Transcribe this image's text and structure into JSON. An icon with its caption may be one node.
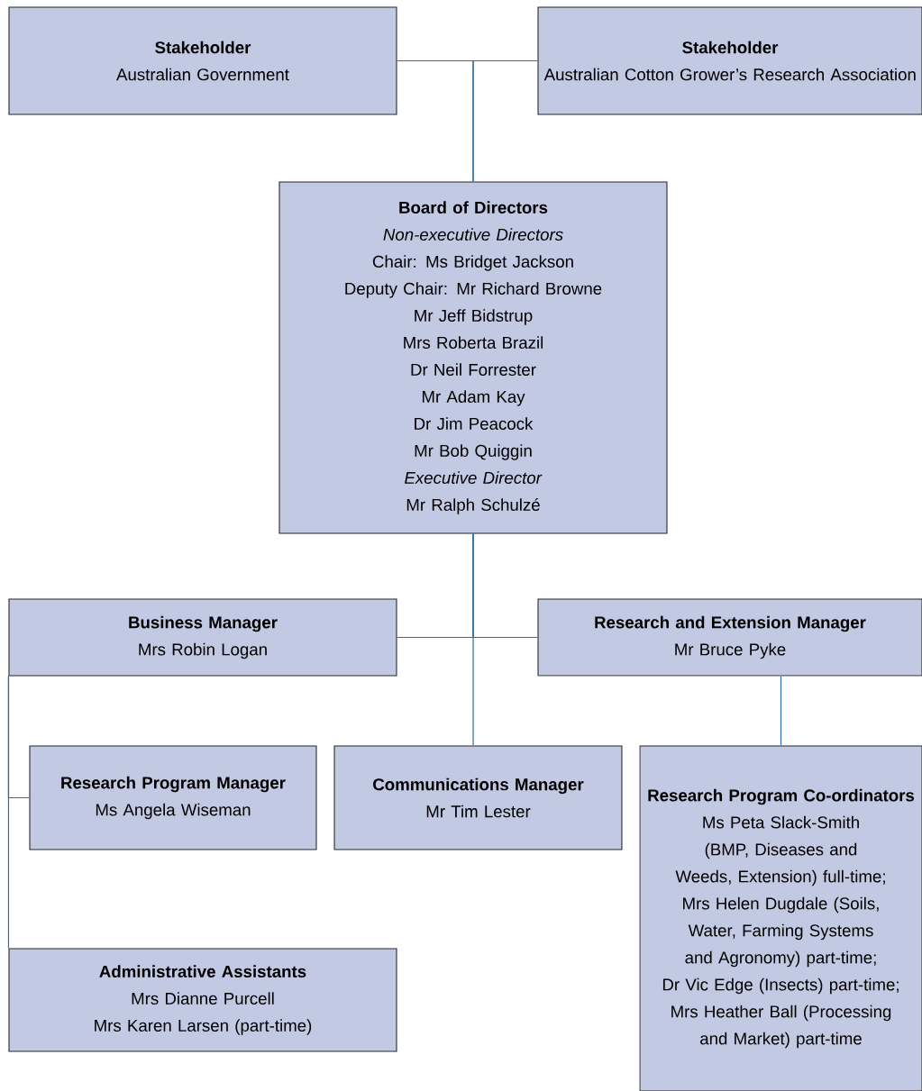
{
  "diagram": {
    "nodes": [
      {
        "text": [
          "Stakeholder",
          "Australian Government"
        ]
      },
      {
        "text": [
          "Stakeholder",
          "Australian Cotton Grower’s Research Association"
        ]
      },
      {
        "text": [
          "Board of Directors",
          "*Non-executive Directors*",
          "Chair: Ms Bridget Jackson",
          "Deputy Chair: Mr Richard Browne",
          "Mr Jeff Bidstrup",
          "Mrs Roberta Brazil",
          "Dr Neil Forrester",
          "Mr Adam Kay",
          "Dr Jim Peacock",
          "Mr Bob Quiggin",
          "*Executive Director*",
          "Mr Ralph Schulzé"
        ]
      },
      {
        "text": [
          "Business Manager",
          "Mrs Robin Logan"
        ]
      },
      {
        "text": [
          "Research and Extension Manager",
          "Mr Bruce Pyke"
        ]
      },
      {
        "text": [
          "Research Program Manager",
          "Ms Angela Wiseman"
        ]
      },
      {
        "text": [
          "Communications Manager",
          "Mr Tim Lester"
        ]
      },
      {
        "text": [
          "Research Program Co-ordinators",
          "Ms Peta Slack-Smith (BMP, Diseases and Weeds, Extension) full-time;",
          "Mrs Helen Dugdale (Soils, Water, Farming Systems and Agronomy) part-time;",
          "Dr Vic Edge (Insects) part-time;",
          "Mrs Heather Ball (Processing and Market) part-time"
        ]
      },
      {
        "text": [
          "Administrative Assistants",
          "Mrs Dianne Purcell",
          "Mrs Karen Larsen (part-time)"
        ]
      }
    ],
    "edges": [
      {
        "from": 0,
        "to": 2,
        "arrow": "none"
      },
      {
        "from": 1,
        "to": 2,
        "arrow": "none"
      },
      {
        "from": 2,
        "to": 3,
        "arrow": "none"
      },
      {
        "from": 2,
        "to": 4,
        "arrow": "none"
      },
      {
        "from": 2,
        "to": 6,
        "arrow": "none"
      },
      {
        "from": 4,
        "to": 7,
        "arrow": "none"
      },
      {
        "from": 3,
        "to": 5,
        "arrow": "none"
      },
      {
        "from": 3,
        "to": 8,
        "arrow": "none"
      }
    ]
  }
}
